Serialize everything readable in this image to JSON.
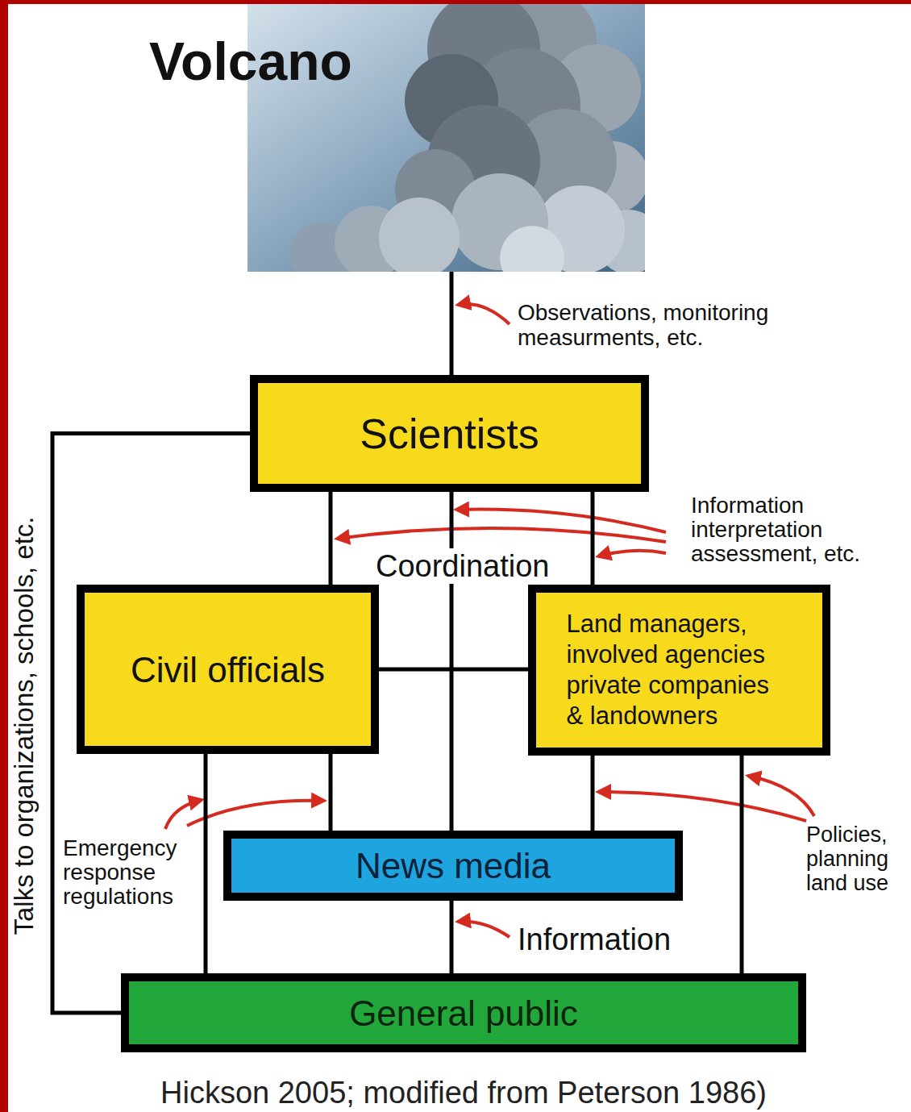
{
  "diagram": {
    "caption": "Hickson 2005; modified from Peterson 1986)",
    "nodes": [
      {
        "text": [
          "Volcano"
        ]
      },
      {
        "text": [
          "Scientists"
        ]
      },
      {
        "text": [
          "Civil officials"
        ]
      },
      {
        "text": [
          "Land managers, involved agencies private companies & landowners"
        ]
      },
      {
        "text": [
          "News media"
        ]
      },
      {
        "text": [
          "General public"
        ]
      }
    ],
    "edges": [
      {
        "from": 0,
        "to": 1,
        "arrow": "none",
        "label": "Observations, monitoring measurments, etc."
      },
      {
        "from": 1,
        "to": 2,
        "arrow": "none"
      },
      {
        "from": 1,
        "to": 4,
        "arrow": "none"
      },
      {
        "from": 1,
        "to": 3,
        "arrow": "none"
      },
      {
        "from": 2,
        "to": 3,
        "arrow": "none"
      },
      {
        "from": 2,
        "to": 4,
        "arrow": "none"
      },
      {
        "from": 2,
        "to": 5,
        "arrow": "none"
      },
      {
        "from": 3,
        "to": 4,
        "arrow": "none"
      },
      {
        "from": 3,
        "to": 5,
        "arrow": "none"
      },
      {
        "from": 4,
        "to": 5,
        "arrow": "none",
        "label": "Information"
      },
      {
        "from": 1,
        "to": 5,
        "arrow": "none",
        "label": "Talks to organizations, schools, etc."
      }
    ],
    "labels": [
      "Coordination",
      "Information interpretation assessment, etc.",
      "Emergency response regulations",
      "Policies, planning land use"
    ]
  }
}
